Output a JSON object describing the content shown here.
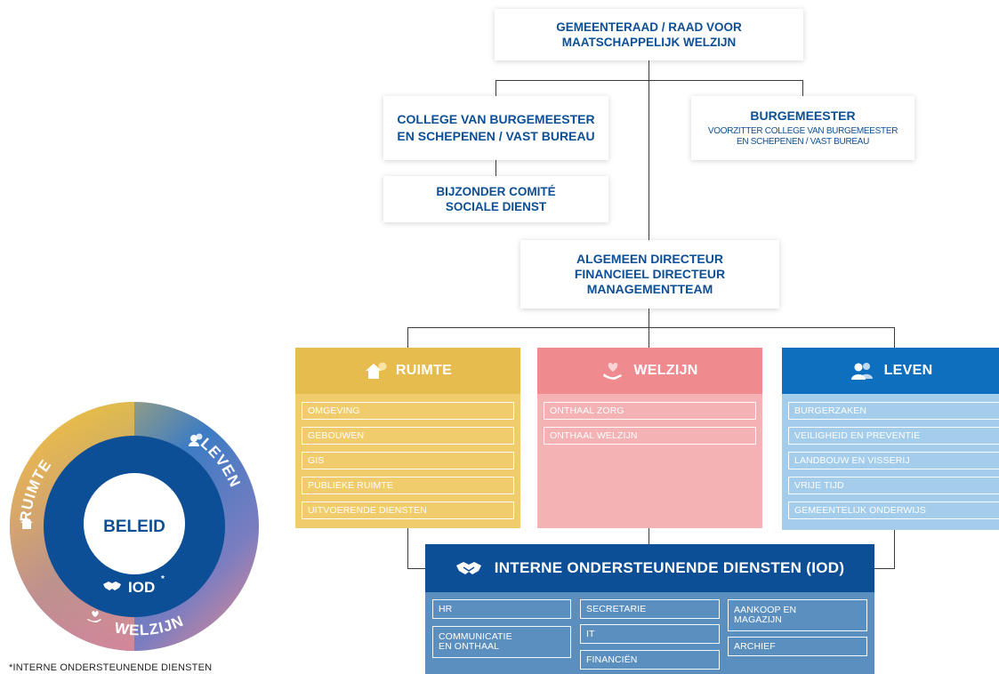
{
  "top": {
    "line1": "GEMEENTERAAD / RAAD VOOR",
    "line2": "MAATSCHAPPELIJK WELZIJN"
  },
  "college": {
    "line1": "COLLEGE VAN BURGEMEESTER",
    "line2": "EN SCHEPENEN / VAST BUREAU"
  },
  "burgemeester": {
    "title": "BURGEMEESTER",
    "sub1": "VOORZITTER COLLEGE VAN BURGEMEESTER",
    "sub2": "EN SCHEPENEN / VAST BUREAU"
  },
  "comite": {
    "line1": "BIJZONDER COMITÉ",
    "line2": "SOCIALE DIENST"
  },
  "directie": {
    "line1": "ALGEMEEN DIRECTEUR",
    "line2": "FINANCIEEL DIRECTEUR",
    "line3": "MANAGEMENTTEAM"
  },
  "departments": {
    "ruimte": {
      "title": "RUIMTE",
      "icon": "house-icon",
      "color_head": "#e6bc4f",
      "color_body": "#f0cc6c",
      "items": [
        "OMGEVING",
        "GEBOUWEN",
        "GIS",
        "PUBLIEKE RUIMTE",
        "UITVOERENDE DIENSTEN"
      ]
    },
    "welzijn": {
      "title": "WELZIJN",
      "icon": "heart-hand-icon",
      "color_head": "#ef8a8e",
      "color_body": "#f4b2b5",
      "items": [
        "ONTHAAL ZORG",
        "ONTHAAL WELZIJN"
      ]
    },
    "leven": {
      "title": "LEVEN",
      "icon": "people-icon",
      "color_head": "#0e6fbf",
      "color_body": "#a4cdec",
      "items": [
        "BURGERZAKEN",
        "VEILIGHEID EN PREVENTIE",
        "LANDBOUW EN VISSERIJ",
        "VRIJE TIJD",
        "GEMEENTELIJK ONDERWIJS"
      ]
    }
  },
  "iod": {
    "title": "INTERNE ONDERSTEUNENDE DIENSTEN (IOD)",
    "icon": "handshake-icon",
    "color_head": "#0d4f96",
    "color_body": "#5b8fc0",
    "col1": [
      "HR",
      "COMMUNICATIE EN ONTHAAL"
    ],
    "col2": [
      "SECRETARIE",
      "IT",
      "FINANCIËN"
    ],
    "col3": [
      "AANKOOP EN MAGAZIJN",
      "ARCHIEF"
    ]
  },
  "circle": {
    "center": "BELEID",
    "iod": "IOD",
    "iod_mark": "*",
    "ruimte": "RUIMTE",
    "leven": "LEVEN",
    "welzijn": "WELZIJN"
  },
  "footnote": "*INTERNE ONDERSTEUNENDE DIENSTEN"
}
